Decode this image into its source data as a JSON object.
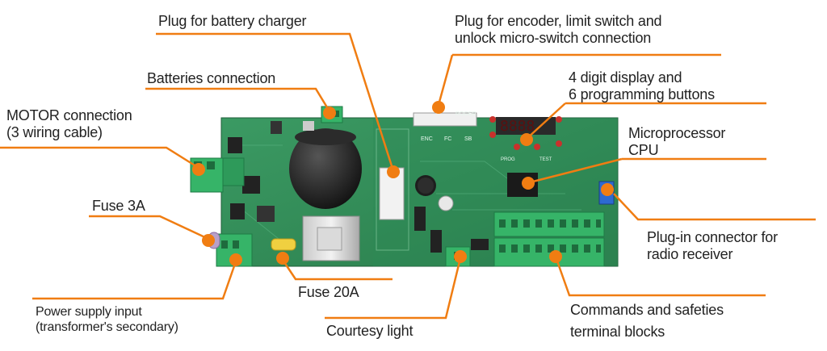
{
  "labels": {
    "battery_charger": "Plug for battery charger",
    "encoder_line1": "Plug for encoder, limit switch and",
    "encoder_line2": "unlock micro-switch connection",
    "batteries": "Batteries connection",
    "display_line1": "4 digit display and",
    "display_line2": "6 programming buttons",
    "motor_line1": "MOTOR connection",
    "motor_line2": "(3 wiring cable)",
    "cpu_line1": "Microprocessor",
    "cpu_line2": "CPU",
    "fuse3": "Fuse 3A",
    "radio_line1": "Plug-in connector for",
    "radio_line2": "radio receiver",
    "fuse20": "Fuse 20A",
    "power_line1": "Power supply input",
    "power_line2": "(transformer's secondary)",
    "courtesy": "Courtesy light",
    "commands_line1": "Commands and safeties",
    "commands_line2": "terminal blocks"
  },
  "board_markings": {
    "brand": "ROGER",
    "enc": "ENC",
    "fc": "FC",
    "sb": "SB",
    "prog": "PROG",
    "test": "TEST",
    "display": "8888"
  },
  "colors": {
    "callout": "#f07d12",
    "board": "#2f8a55",
    "terminal": "#36b468",
    "capacitor": "#1b1b1b",
    "radio_connector": "#2d6ad0"
  }
}
